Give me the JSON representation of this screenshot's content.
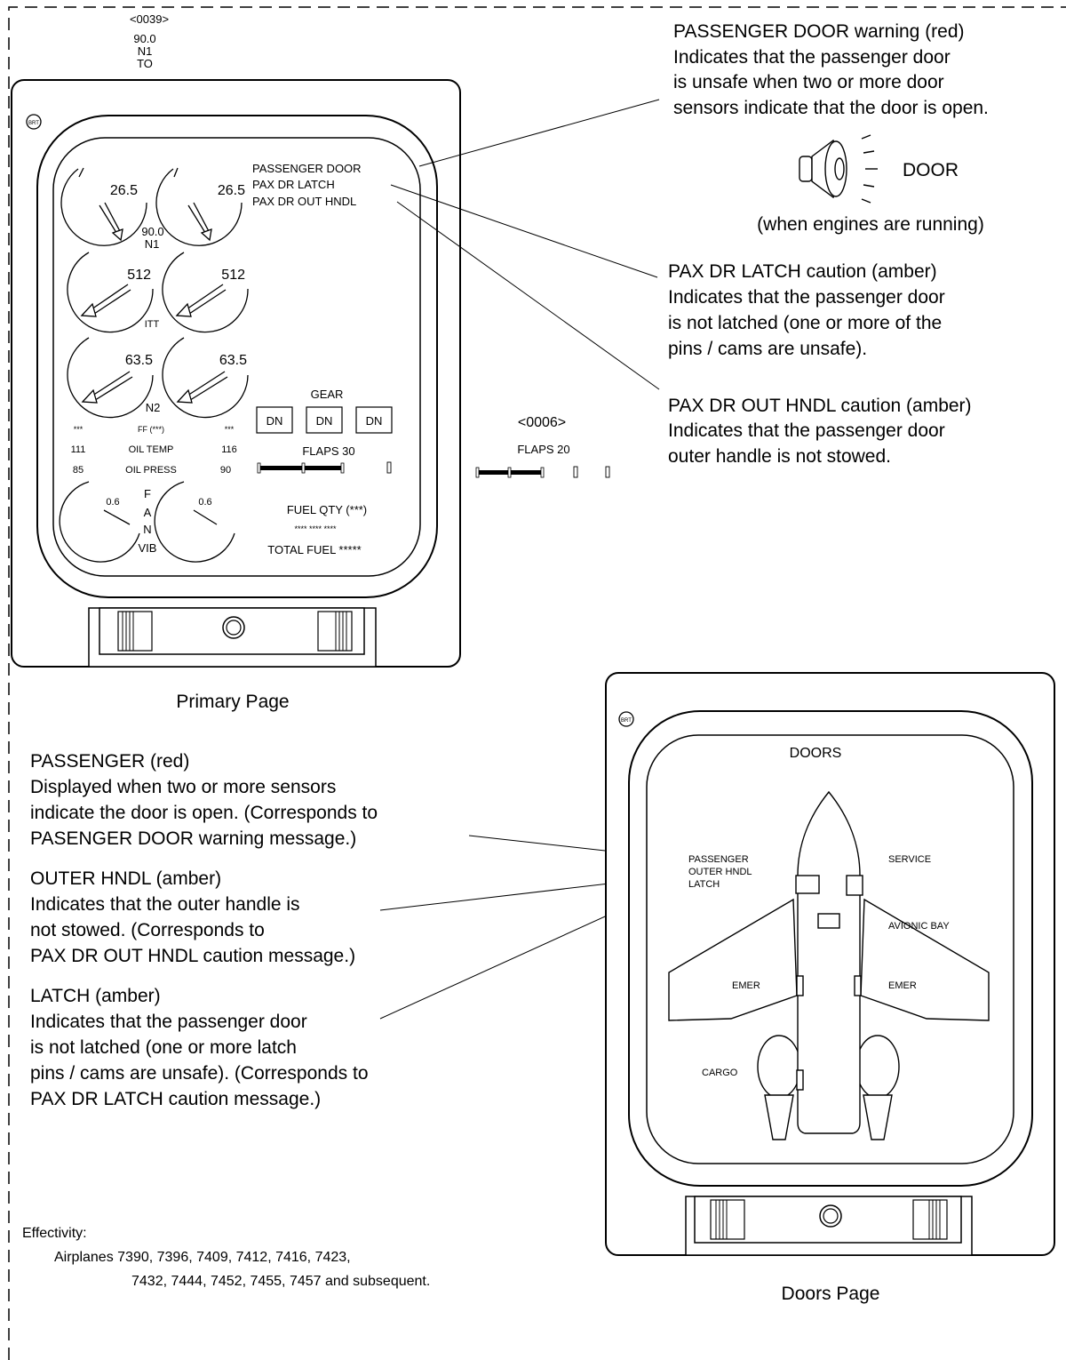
{
  "primary": {
    "top_marker": "<0039>",
    "top_n1_value": "90.0",
    "top_n1_label": "N1",
    "top_mode": "TO",
    "n1_left": "26.5",
    "n1_right": "26.5",
    "n1_target": "90.0",
    "n1_label": "N1",
    "msg_passenger_door": "PASSENGER DOOR",
    "msg_pax_dr_latch": "PAX DR LATCH",
    "msg_pax_dr_out_hndl": "PAX DR OUT HNDL",
    "itt_left": "512",
    "itt_right": "512",
    "itt_label": "ITT",
    "n2_left": "63.5",
    "n2_right": "63.5",
    "n2_label": "N2",
    "gear_label": "GEAR",
    "gear": [
      "DN",
      "DN",
      "DN"
    ],
    "ff_left": "***",
    "ff_label": "FF (***)",
    "ff_right": "***",
    "oil_temp_left": "111",
    "oil_temp_label": "OIL TEMP",
    "oil_temp_right": "116",
    "oil_press_left": "85",
    "oil_press_label": "OIL PRESS",
    "oil_press_right": "90",
    "flaps_label": "FLAPS 30",
    "vib_left": "0.6",
    "vib_right": "0.6",
    "fan_letters": [
      "F",
      "A",
      "N"
    ],
    "vib_label": "VIB",
    "fuel_qty_label": "FUEL QTY (***)",
    "fuel_qty_values": "****  ****  ****",
    "total_fuel": "TOTAL FUEL  *****",
    "caption": "Primary Page"
  },
  "flaps_inset": {
    "marker": "<0006>",
    "label": "FLAPS 20"
  },
  "callouts_right": {
    "door_warning_title": "PASSENGER DOOR warning (red)",
    "door_warning_lines": [
      "Indicates that the passenger door",
      "is unsafe when two or more door",
      "sensors indicate that the door is open."
    ],
    "aural_label": "DOOR",
    "aural_note": "(when engines are running)",
    "latch_title": "PAX DR LATCH caution (amber)",
    "latch_lines": [
      "Indicates that the passenger door",
      "is not latched (one or more of the",
      "pins / cams are unsafe)."
    ],
    "hndl_title": "PAX DR OUT HNDL caution (amber)",
    "hndl_lines": [
      "Indicates that the passenger door",
      "outer handle is not stowed."
    ]
  },
  "callouts_left": {
    "passenger_title": "PASSENGER (red)",
    "passenger_lines": [
      "Displayed when two or more sensors",
      "indicate the door is open. (Corresponds to",
      "PASENGER DOOR warning message.)"
    ],
    "outer_title": "OUTER HNDL (amber)",
    "outer_lines": [
      "Indicates that the outer handle is",
      "not stowed. (Corresponds to",
      "PAX DR OUT HNDL caution message.)"
    ],
    "latch_title": "LATCH (amber)",
    "latch_lines": [
      "Indicates that the passenger door",
      "is not latched (one or more latch",
      "pins / cams are unsafe). (Corresponds to",
      "PAX DR LATCH caution message.)"
    ]
  },
  "doors_page": {
    "title": "DOORS",
    "passenger": "PASSENGER",
    "outer_hndl": "OUTER HNDL",
    "latch": "LATCH",
    "service": "SERVICE",
    "avionic_bay": "AVIONIC BAY",
    "emer_left": "EMER",
    "emer_right": "EMER",
    "cargo": "CARGO",
    "caption": "Doors Page"
  },
  "brt_label": "BRT",
  "effectivity": {
    "title": "Effectivity:",
    "line1": "Airplanes 7390, 7396, 7409, 7412, 7416, 7423,",
    "line2": "7432, 7444, 7452, 7455, 7457 and subsequent."
  }
}
